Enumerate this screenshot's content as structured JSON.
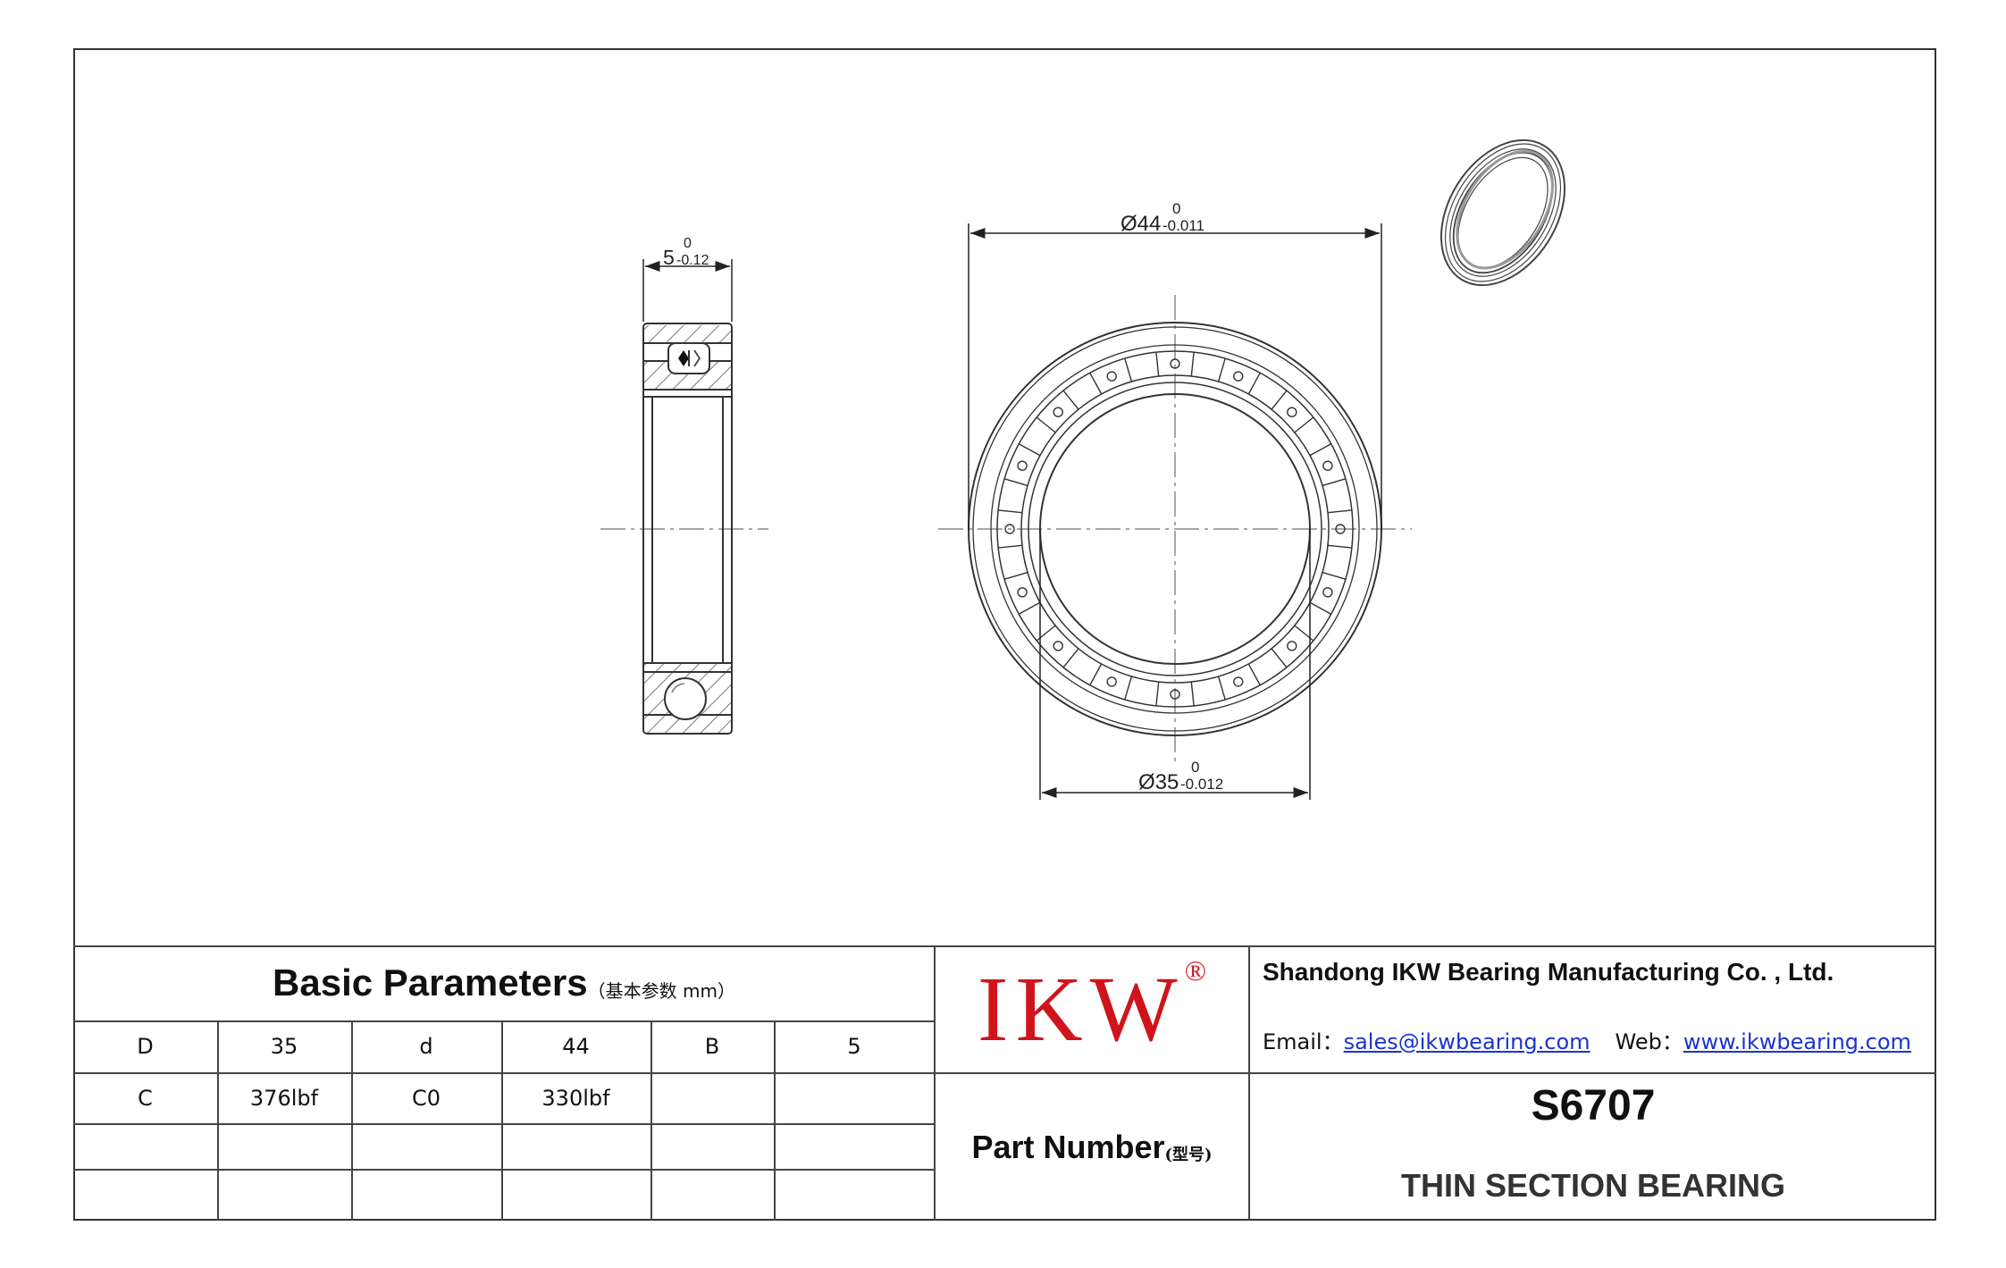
{
  "drawing": {
    "width_dim": {
      "nominal": "5",
      "upper": "0",
      "lower": "-0.12"
    },
    "outer_dim": {
      "nominal": "Ø44",
      "upper": "0",
      "lower": "-0.011"
    },
    "inner_dim": {
      "nominal": "Ø35",
      "upper": "0",
      "lower": "-0.012"
    }
  },
  "params": {
    "title": "Basic Parameters",
    "subtitle": "（基本参数 mm）",
    "rows": [
      [
        "D",
        "35",
        "d",
        "44",
        "B",
        "5"
      ],
      [
        "C",
        "376lbf",
        "C0",
        "330lbf",
        "",
        ""
      ],
      [
        "",
        "",
        "",
        "",
        "",
        ""
      ],
      [
        "",
        "",
        "",
        "",
        "",
        ""
      ]
    ]
  },
  "logo": {
    "text": "IKW",
    "mark": "®",
    "color": "#d0141c"
  },
  "company": {
    "name": "Shandong IKW Bearing Manufacturing Co. , Ltd.",
    "email_label": "Email：",
    "email": "sales@ikwbearing.com",
    "web_label": "Web：",
    "web": "www.ikwbearing.com"
  },
  "part": {
    "label": "Part Number",
    "label_cn": "(型号)",
    "number": "S6707",
    "type": "THIN SECTION BEARING"
  }
}
